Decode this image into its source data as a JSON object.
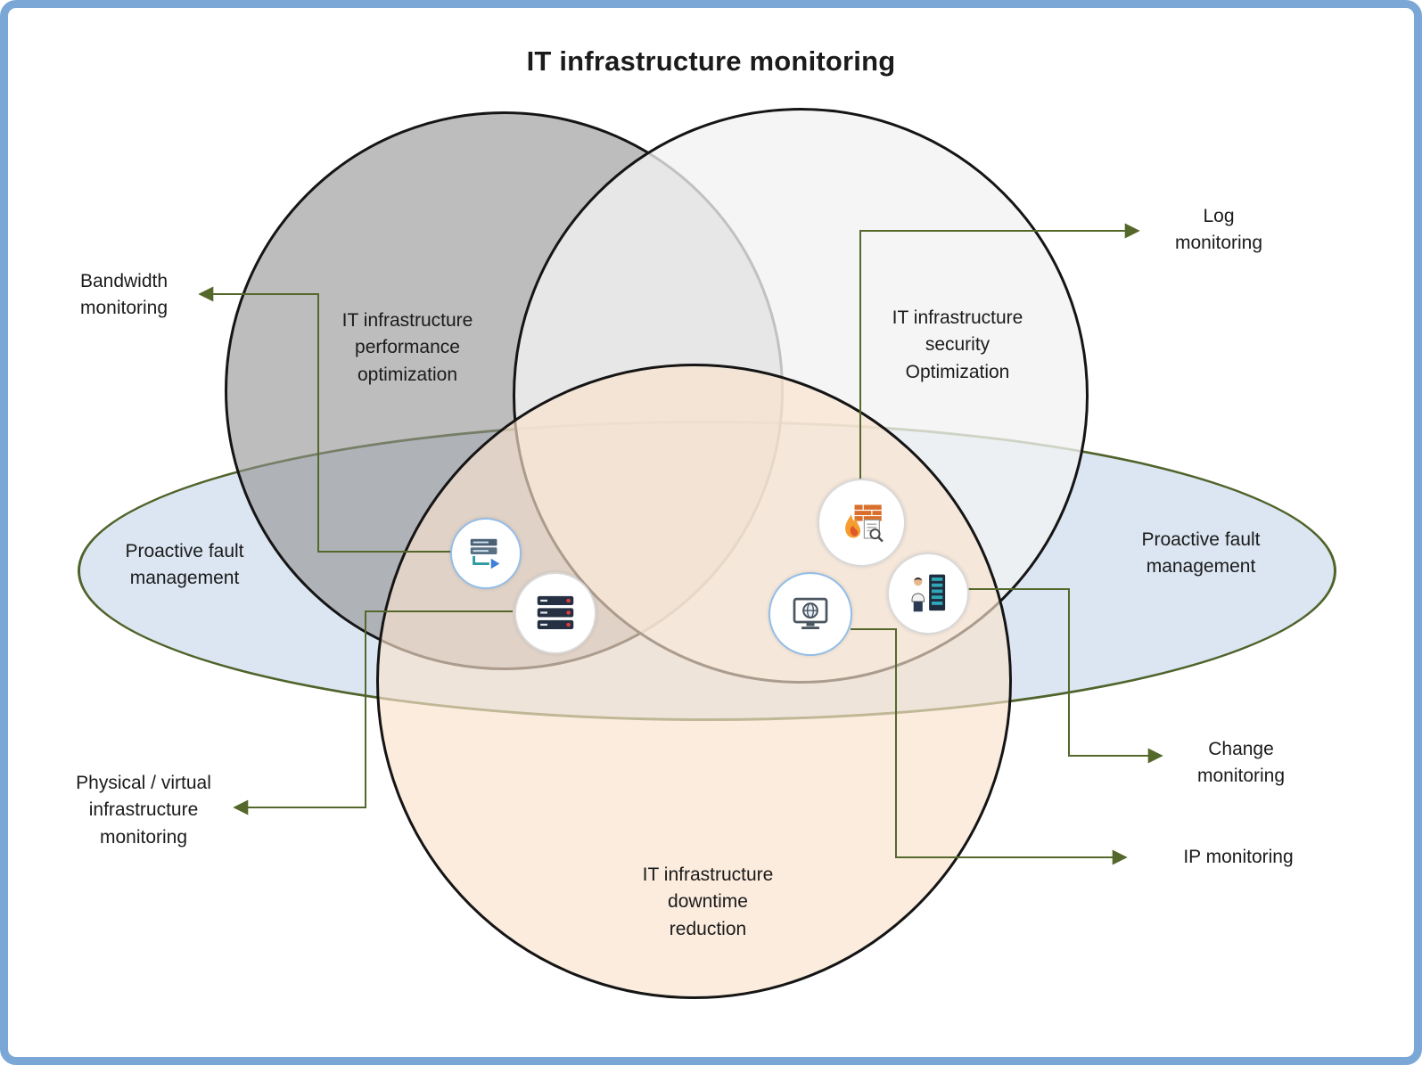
{
  "title": "IT infrastructure monitoring",
  "colors": {
    "border-blue": "#7ba7d7",
    "connector-green": "#55682c",
    "ellipse-fill": "#dbe6f2",
    "ellipse-border": "#50632a",
    "circle-border": "#151515",
    "gray-fill": "rgba(145,145,145,0.6)",
    "white-fill": "rgba(242,242,242,0.78)",
    "peach-fill": "rgba(249,226,205,0.66)"
  },
  "sets": {
    "performance": "IT infrastructure\nperformance\noptimization",
    "security": "IT infrastructure\nsecurity\nOptimization",
    "downtime": "IT infrastructure\ndowntime\nreduction",
    "fault_left": "Proactive fault\nmanagement",
    "fault_right": "Proactive fault\nmanagement"
  },
  "callouts": {
    "bandwidth": "Bandwidth\nmonitoring",
    "log": "Log\nmonitoring",
    "change": "Change\nmonitoring",
    "ip": "IP monitoring",
    "physical": "Physical / virtual\ninfrastructure\nmonitoring"
  },
  "icons": {
    "network_performance": "network-performance-icon",
    "server_stack": "server-stack-icon",
    "firewall_log": "firewall-log-icon",
    "monitor_globe": "monitor-globe-icon",
    "admin_server_rack": "admin-server-rack-icon"
  }
}
